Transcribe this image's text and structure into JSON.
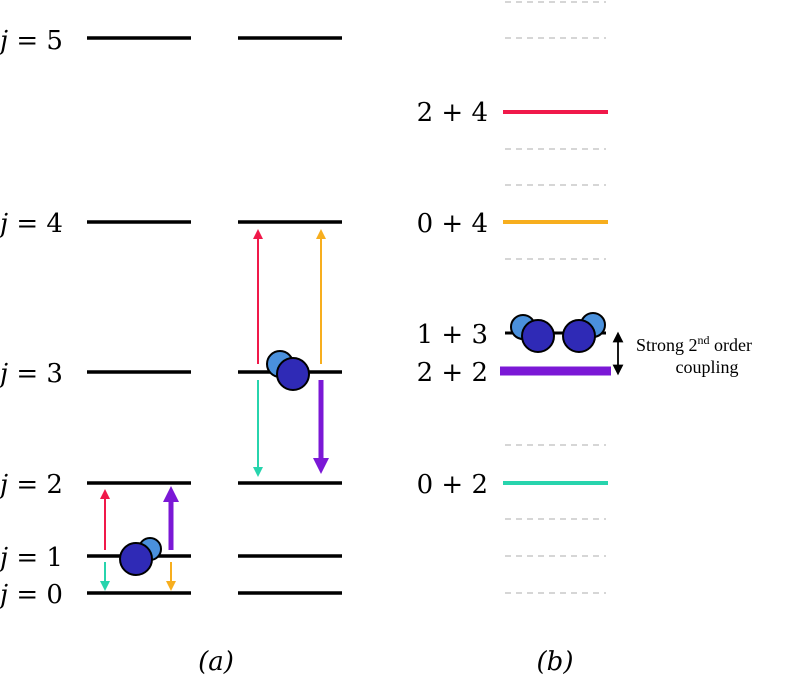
{
  "panel_a": {
    "caption": "(a)",
    "level_labels": [
      {
        "var": "j",
        "eq": " = ",
        "value": "5"
      },
      {
        "var": "j",
        "eq": " = ",
        "value": "4"
      },
      {
        "var": "j",
        "eq": " = ",
        "value": "3"
      },
      {
        "var": "j",
        "eq": " = ",
        "value": "2"
      },
      {
        "var": "j",
        "eq": " = ",
        "value": "1"
      },
      {
        "var": "j",
        "eq": " = ",
        "value": "0"
      }
    ]
  },
  "panel_b": {
    "caption": "(b)",
    "level_labels": [
      "2 + 4",
      "0 + 4",
      "1 + 3",
      "2 + 2",
      "0 + 2"
    ],
    "annotation": {
      "line1_prefix": "Strong 2",
      "line1_superscript": "nd",
      "line1_suffix": " order",
      "line2": "coupling"
    }
  },
  "colors": {
    "level_line": "#000000",
    "dashed_level": "#c8c8c8",
    "red": "#f0194a",
    "orange": "#f7ae1e",
    "teal": "#27d4ad",
    "purple": "#7b18d6",
    "molecule_dark": "#2f2ab6",
    "molecule_light": "#4a90dc"
  }
}
